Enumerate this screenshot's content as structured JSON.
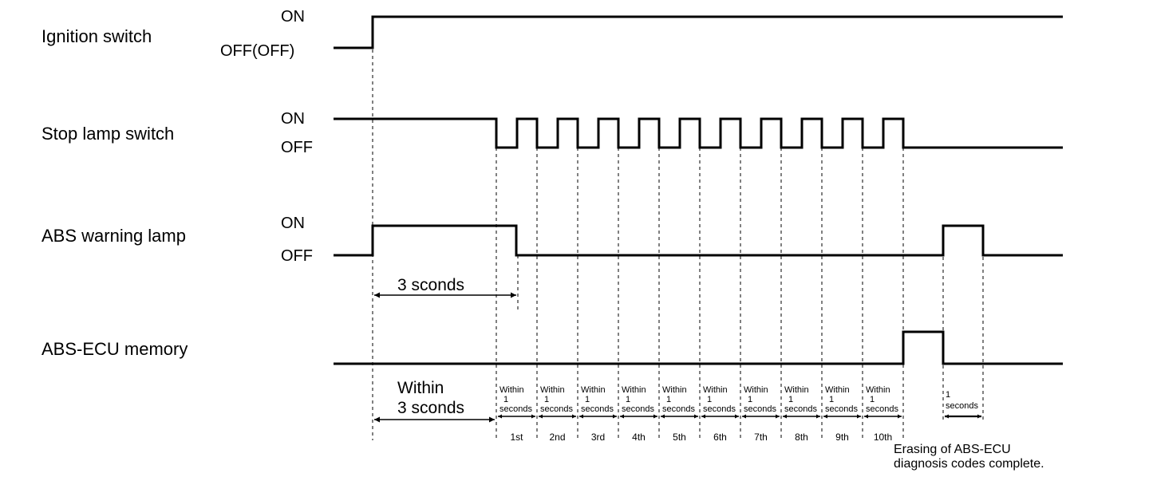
{
  "signals": {
    "ignition": {
      "label": "Ignition switch",
      "high": "ON",
      "low": "OFF(OFF)"
    },
    "stop_lamp": {
      "label": "Stop lamp switch",
      "high": "ON",
      "low": "OFF"
    },
    "abs_lamp": {
      "label": "ABS warning lamp",
      "high": "ON",
      "low": "OFF"
    },
    "ecu_memory": {
      "label": "ABS-ECU memory"
    }
  },
  "annotations": {
    "three_seconds": "3 sconds",
    "within_3s_line1": "Within",
    "within_3s_line2": "3 sconds",
    "one_seconds_num": "1",
    "one_seconds_word": "seconds"
  },
  "pulse_windows": [
    {
      "within": "Within",
      "num": "1",
      "unit": "seconds",
      "ordinal": "1st"
    },
    {
      "within": "Within",
      "num": "1",
      "unit": "seconds",
      "ordinal": "2nd"
    },
    {
      "within": "Within",
      "num": "1",
      "unit": "seconds",
      "ordinal": "3rd"
    },
    {
      "within": "Within",
      "num": "1",
      "unit": "seconds",
      "ordinal": "4th"
    },
    {
      "within": "Within",
      "num": "1",
      "unit": "seconds",
      "ordinal": "5th"
    },
    {
      "within": "Within",
      "num": "1",
      "unit": "seconds",
      "ordinal": "6th"
    },
    {
      "within": "Within",
      "num": "1",
      "unit": "seconds",
      "ordinal": "7th"
    },
    {
      "within": "Within",
      "num": "1",
      "unit": "seconds",
      "ordinal": "8th"
    },
    {
      "within": "Within",
      "num": "1",
      "unit": "seconds",
      "ordinal": "9th"
    },
    {
      "within": "Within",
      "num": "1",
      "unit": "seconds",
      "ordinal": "10th"
    }
  ],
  "note": {
    "line1": "Erasing of ABS-ECU",
    "line2": "diagnosis codes complete."
  }
}
